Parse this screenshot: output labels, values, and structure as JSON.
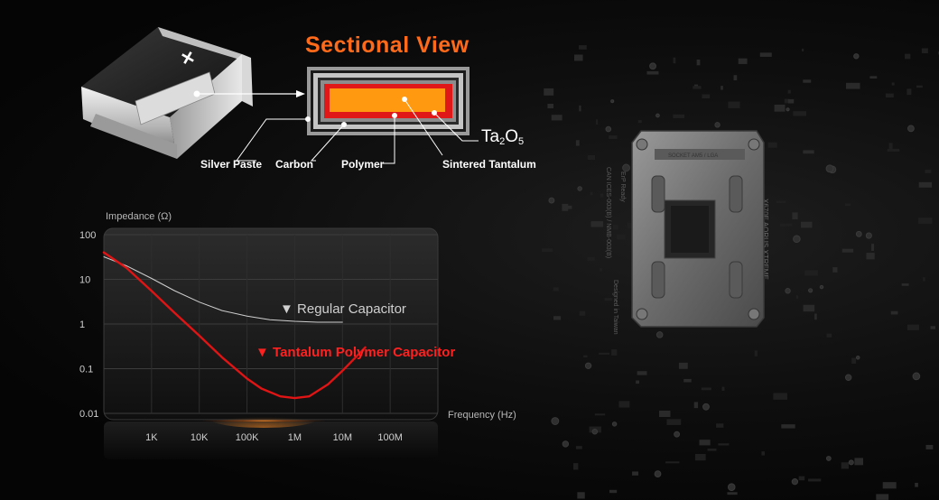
{
  "diagram": {
    "title": "Sectional View",
    "labels": {
      "silver_paste": "Silver Paste",
      "carbon": "Carbon",
      "polymer": "Polymer",
      "sintered_tantalum": "Sintered Tantalum",
      "ta_main": "Ta",
      "ta_sub1": "2",
      "ta_mid": "O",
      "ta_sub2": "5"
    },
    "component_mark": "×",
    "colors": {
      "title": "#ff6a1a",
      "polymer_ring": "#e01818",
      "core": "#ff9a10"
    }
  },
  "board_text": {
    "model": "X670E AORUS XTREME",
    "socket": "SOCKET AM5 / LGA",
    "made_in": "Designed in Taiwan",
    "csa": "CAN ICES-003(B) / NMB-003(B)",
    "erp": "ErP Ready"
  },
  "chart_data": {
    "type": "line",
    "ylabel": "Impedance (Ω)",
    "xlabel": "Frequency (Hz)",
    "x_scale": "log",
    "y_scale": "log",
    "xlim": [
      100,
      1000000000
    ],
    "ylim": [
      0.01,
      100
    ],
    "x_ticks": [
      1000,
      10000,
      100000,
      1000000,
      10000000,
      100000000
    ],
    "x_tick_labels": [
      "1K",
      "10K",
      "100K",
      "1M",
      "10M",
      "100M"
    ],
    "y_ticks": [
      100,
      10,
      1,
      0.1,
      0.01
    ],
    "y_tick_labels": [
      "100",
      "10",
      "1",
      "0.1",
      "0.01"
    ],
    "grid": true,
    "series": [
      {
        "name": "Regular Capacitor",
        "color": "#cfcfcf",
        "x": [
          100,
          300,
          1000,
          3000,
          10000,
          30000,
          100000,
          300000,
          1000000,
          3000000,
          10000000
        ],
        "y": [
          32,
          20,
          10.5,
          5.6,
          3.1,
          2.0,
          1.5,
          1.25,
          1.15,
          1.1,
          1.1
        ]
      },
      {
        "name": "Tantalum Polymer Capacitor",
        "color": "#e01414",
        "x": [
          100,
          300,
          1000,
          3000,
          10000,
          30000,
          100000,
          200000,
          500000,
          1000000,
          2000000,
          5000000,
          10000000,
          30000000
        ],
        "y": [
          40,
          18,
          5.5,
          1.8,
          0.55,
          0.18,
          0.06,
          0.036,
          0.024,
          0.022,
          0.024,
          0.045,
          0.09,
          0.3
        ]
      }
    ],
    "annotations": [
      {
        "text": "▼ Regular Capacitor",
        "series": 0
      },
      {
        "text": "▼ Tantalum Polymer Capacitor",
        "series": 1
      }
    ]
  }
}
